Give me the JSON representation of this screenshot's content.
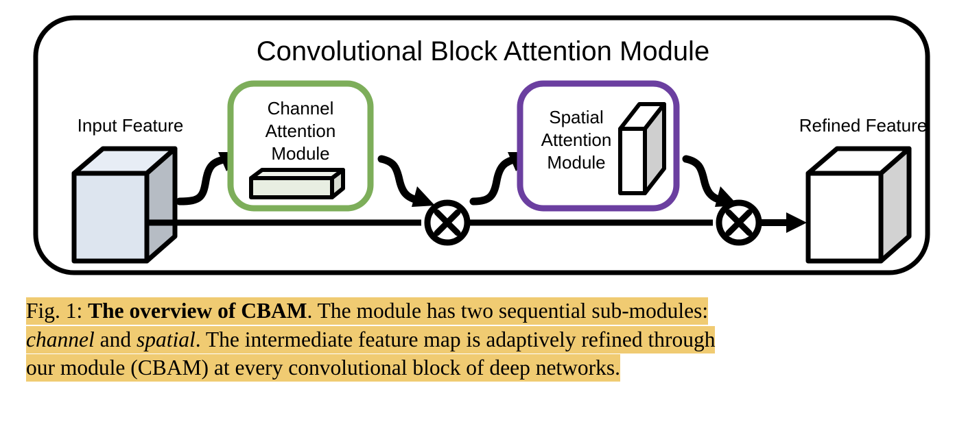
{
  "figure": {
    "title": "Convolutional Block Attention Module",
    "labels": {
      "input_feature": "Input Feature",
      "refined_feature": "Refined Feature"
    },
    "modules": [
      {
        "id": "channel-attention-module",
        "line1": "Channel",
        "line2": "Attention",
        "line3": "Module",
        "border_color": "#7dae5a",
        "glyph": "channel-bar-3d"
      },
      {
        "id": "spatial-attention-module",
        "line1": "Spatial",
        "line2": "Attention",
        "line3": "Module",
        "border_color": "#6b3fa0",
        "glyph": "spatial-plate-3d"
      }
    ],
    "operators": [
      {
        "id": "elementwise-multiply-1",
        "symbol": "⊗"
      },
      {
        "id": "elementwise-multiply-2",
        "symbol": "⊗"
      }
    ],
    "colors": {
      "input_cube_front": "#dde5ef",
      "input_cube_top": "#e7edf5",
      "input_cube_side": "#b6bcc4",
      "refined_cube_front": "#ffffff",
      "refined_cube_top": "#ffffff",
      "refined_cube_side": "#d2d2d2",
      "channel_bar_face": "#e8eee2",
      "spatial_plate_face": "#cfcfcf",
      "stroke": "#000000",
      "green_border": "#7dae5a",
      "purple_border": "#6b3fa0",
      "caption_highlight": "#f0cb72"
    }
  },
  "caption": {
    "lines": [
      {
        "segments": [
          {
            "text": "Fig. 1: ",
            "style": "normal"
          },
          {
            "text": "The overview of CBAM",
            "style": "bold"
          },
          {
            "text": ". The module has two sequential sub-modules:",
            "style": "normal"
          }
        ]
      },
      {
        "segments": [
          {
            "text": "channel",
            "style": "italic"
          },
          {
            "text": " and ",
            "style": "normal"
          },
          {
            "text": "spatial",
            "style": "italic"
          },
          {
            "text": ". The intermediate feature map is adaptively refined through",
            "style": "normal"
          }
        ]
      },
      {
        "segments": [
          {
            "text": "our module (CBAM) at every convolutional block of deep networks.",
            "style": "normal"
          }
        ]
      }
    ],
    "full_text": "Fig. 1: The overview of CBAM. The module has two sequential sub-modules: channel and spatial. The intermediate feature map is adaptively refined through our module (CBAM) at every convolutional block of deep networks."
  }
}
